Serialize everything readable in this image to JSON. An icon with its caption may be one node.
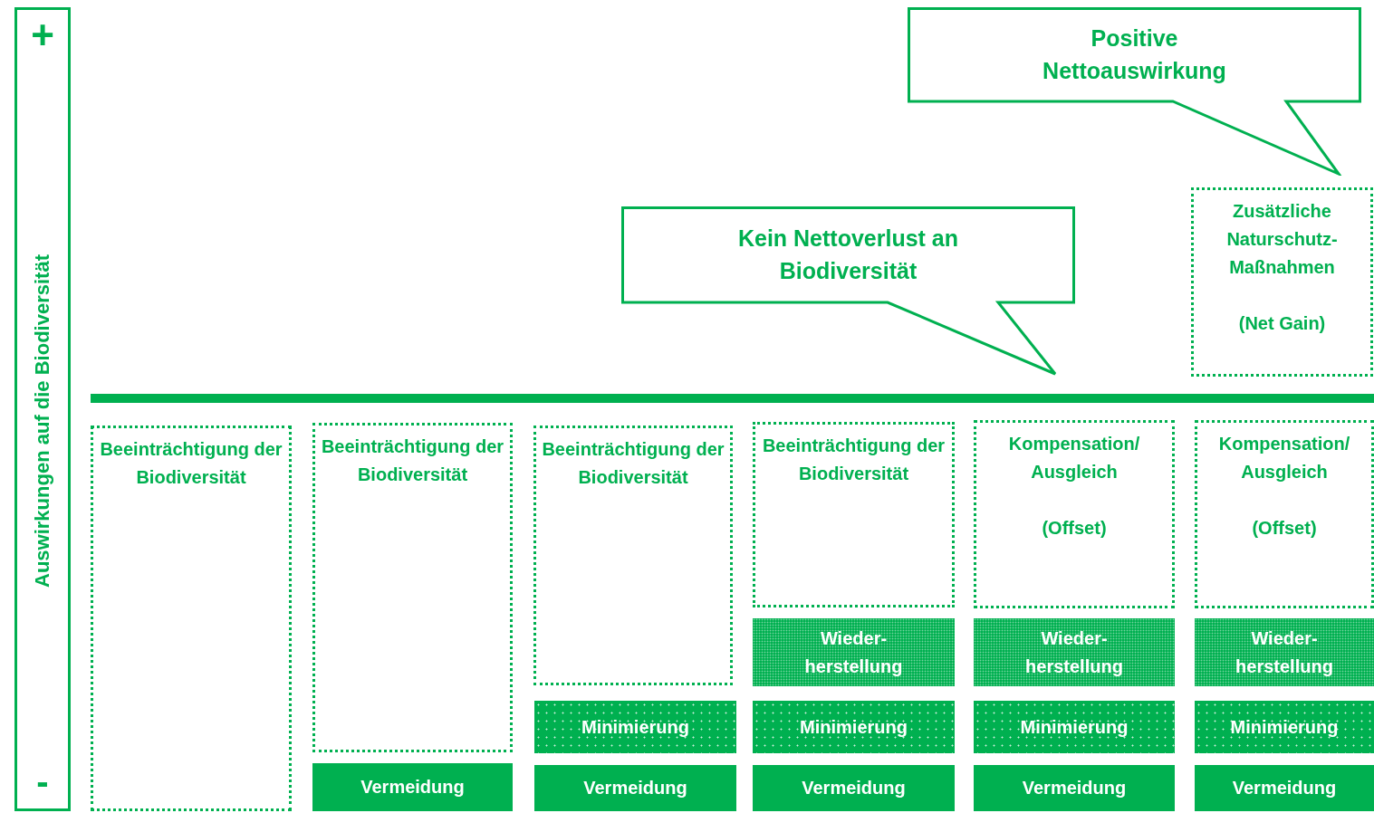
{
  "diagram": {
    "nodes": [
      {
        "text": [
          "+",
          "Auswirkungen auf die Biodiversität",
          "-"
        ]
      },
      {
        "text": [
          "Positive Nettoauswirkung"
        ]
      },
      {
        "text": [
          "Kein Nettoverlust an Biodiversität"
        ]
      },
      {
        "text": [
          "Zusätzliche Naturschutz-Maßnahmen",
          "(Net Gain)"
        ]
      },
      {
        "text": [
          "Beeinträchtigung der Biodiversität"
        ]
      },
      {
        "text": [
          "Beeinträchtigung der Biodiversität"
        ]
      },
      {
        "text": [
          "Vermeidung"
        ]
      },
      {
        "text": [
          "Beeinträchtigung der Biodiversität"
        ]
      },
      {
        "text": [
          "Minimierung"
        ]
      },
      {
        "text": [
          "Vermeidung"
        ]
      },
      {
        "text": [
          "Beeinträchtigung der Biodiversität"
        ]
      },
      {
        "text": [
          "Wieder- herstellung"
        ]
      },
      {
        "text": [
          "Minimierung"
        ]
      },
      {
        "text": [
          "Vermeidung"
        ]
      },
      {
        "text": [
          "Kompensation/ Ausgleich",
          "(Offset)"
        ]
      },
      {
        "text": [
          "Wieder- herstellung"
        ]
      },
      {
        "text": [
          "Minimierung"
        ]
      },
      {
        "text": [
          "Vermeidung"
        ]
      },
      {
        "text": [
          "Kompensation/ Ausgleich",
          "(Offset)"
        ]
      },
      {
        "text": [
          "Wieder- herstellung"
        ]
      },
      {
        "text": [
          "Minimierung"
        ]
      },
      {
        "text": [
          "Vermeidung"
        ]
      }
    ],
    "edges": []
  }
}
